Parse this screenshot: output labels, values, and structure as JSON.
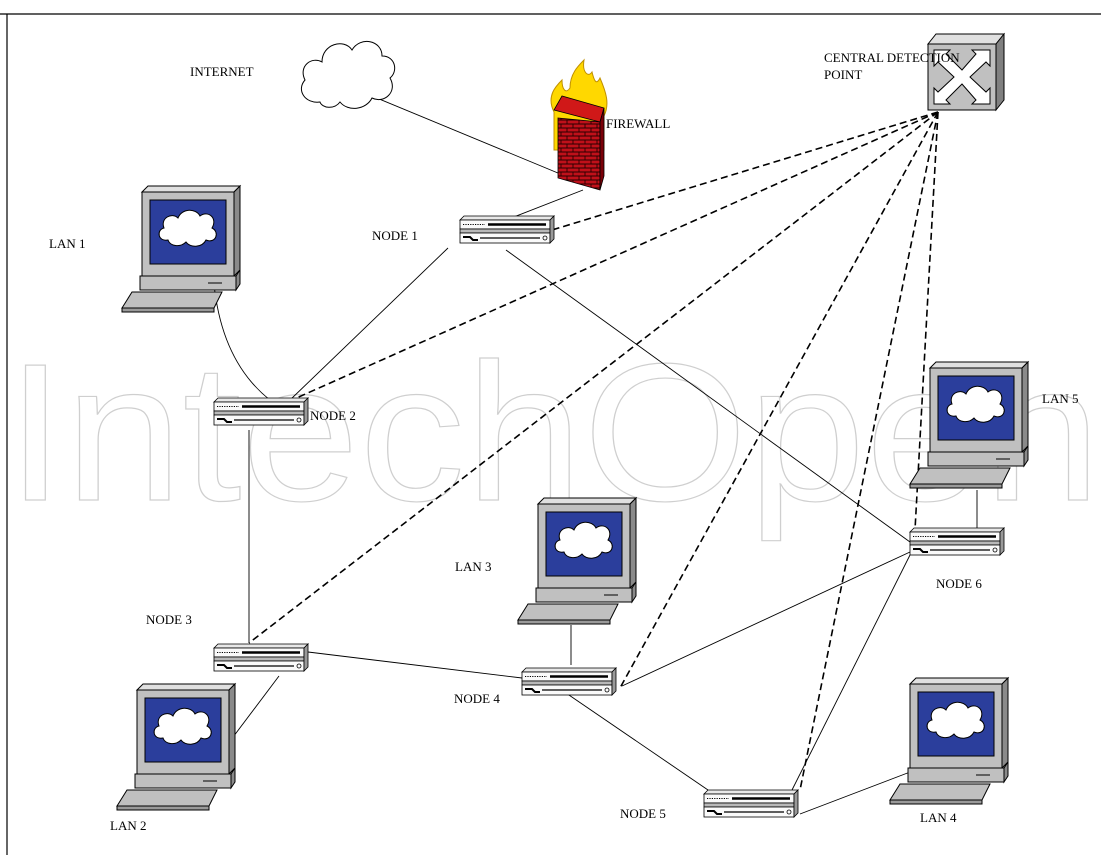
{
  "labels": {
    "internet": "INTERNET",
    "firewall": "FIREWALL",
    "central_line1": "CENTRAL DETECTION",
    "central_line2": "POINT",
    "node1": "NODE 1",
    "node2": "NODE 2",
    "node3": "NODE 3",
    "node4": "NODE 4",
    "node5": "NODE 5",
    "node6": "NODE 6",
    "lan1": "LAN 1",
    "lan2": "LAN 2",
    "lan3": "LAN 3",
    "lan4": "LAN 4",
    "lan5": "LAN 5"
  },
  "watermark": "IntechOpen",
  "colors": {
    "screen_blue": "#2b3e9c",
    "monitor_gray": "#c0c0c0",
    "brick_red": "#c0101a",
    "flame_yellow": "#ffd800",
    "switch_gray": "#b8b8b8"
  },
  "connections": {
    "solid": [
      [
        "internet",
        "firewall"
      ],
      [
        "firewall",
        "node1"
      ],
      [
        "node1",
        "node2"
      ],
      [
        "node1",
        "node6"
      ],
      [
        "lan1",
        "node2"
      ],
      [
        "node2",
        "node3"
      ],
      [
        "node3",
        "lan2"
      ],
      [
        "node3",
        "node4"
      ],
      [
        "lan3",
        "node4"
      ],
      [
        "node4",
        "node6"
      ],
      [
        "node4",
        "node5"
      ],
      [
        "node5",
        "node6"
      ],
      [
        "node5",
        "lan4"
      ],
      [
        "node6",
        "lan5"
      ]
    ],
    "dashed": [
      [
        "central",
        "node1"
      ],
      [
        "central",
        "node2"
      ],
      [
        "central",
        "node3"
      ],
      [
        "central",
        "node4"
      ],
      [
        "central",
        "node5"
      ],
      [
        "central",
        "node6"
      ]
    ]
  }
}
